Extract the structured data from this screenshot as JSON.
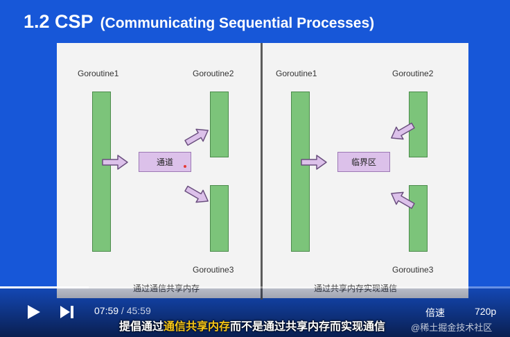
{
  "slide": {
    "title": "1.2 CSP",
    "subtitle": "(Communicating Sequential Processes)",
    "left": {
      "g1": "Goroutine1",
      "g2": "Goroutine2",
      "g3": "Goroutine3",
      "box": "通道",
      "caption": "通过通信共享内存"
    },
    "right": {
      "g1": "Goroutine1",
      "g2": "Goroutine2",
      "g3": "Goroutine3",
      "box": "临界区",
      "caption": "通过共享内存实现通信"
    }
  },
  "player": {
    "current_time": "07:59",
    "separator": " / ",
    "total_time": "45:59",
    "progress": 0.174,
    "speed_label": "倍速",
    "quality_label": "720p"
  },
  "subtitle": {
    "pre": "提倡通过",
    "highlight": "通信共享内存",
    "post": "而不是通过共享内存而实现通信"
  },
  "watermark": "@稀土掘金技术社区",
  "colors": {
    "background": "#1757d8",
    "bar_fill": "#7cc47a",
    "box_fill": "#dcc1ea",
    "highlight": "#f5c518"
  },
  "icons": [
    "play-icon",
    "next-icon"
  ]
}
